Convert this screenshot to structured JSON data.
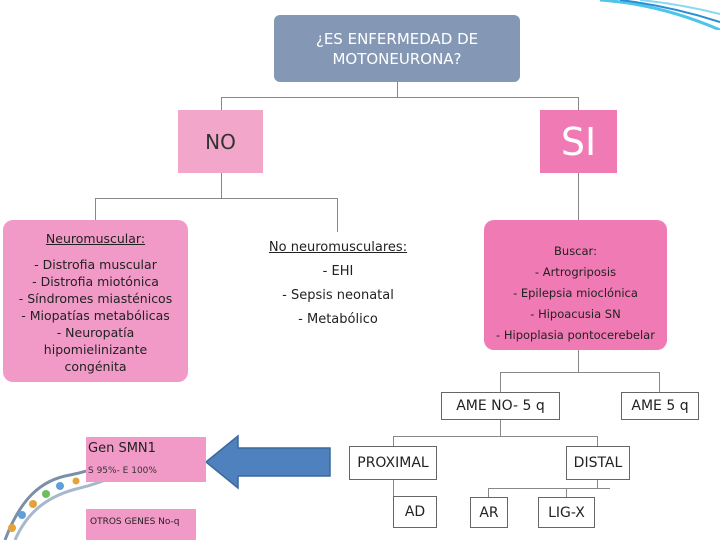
{
  "colors": {
    "title_bg": "#8498b6",
    "pink_light": "#f2a6ca",
    "pink": "#f29ac7",
    "magenta": "#f07ab4",
    "arrow": "#4e81bd"
  },
  "diagram": {
    "title": "¿ES ENFERMEDAD DE MOTONEURONA?",
    "no_label": "NO",
    "si_label": "SI",
    "neuromuscular": {
      "heading": "Neuromuscular:",
      "items": [
        "- Distrofia muscular",
        "- Distrofia miotónica",
        "- Síndromes miasténicos",
        "- Miopatías metabólicas",
        "- Neuropatía",
        "hipomielinizante",
        "congénita"
      ]
    },
    "no_neuromuscular": {
      "heading": "No neuromusculares:",
      "items": [
        "- EHI",
        "- Sepsis neonatal",
        "- Metabólico"
      ]
    },
    "buscar": {
      "heading": "Buscar:",
      "items": [
        "- Artrogriposis",
        "- Epilepsia mioclónica",
        "- Hipoacusia SN",
        "- Hipoplasia pontocerebelar"
      ]
    },
    "ame_no": "AME NO- 5 q",
    "ame_5q": "AME 5 q",
    "gen_smn1": "Gen SMN1",
    "gen_pct": "S 95%- E 100%",
    "otros_genes": "OTROS GENES No-q",
    "proximal": "PROXIMAL",
    "distal": "DISTAL",
    "ad": "AD",
    "ar": "AR",
    "ligx": "LIG-X"
  }
}
